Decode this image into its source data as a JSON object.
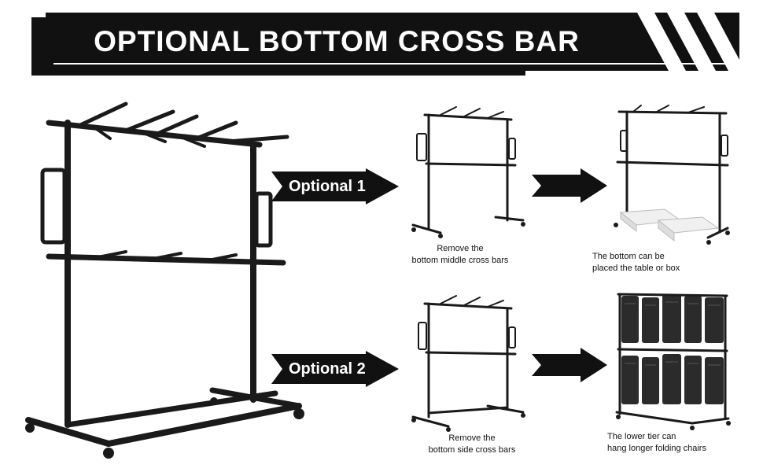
{
  "header": {
    "title": "OPTIONAL BOTTOM CROSS BAR"
  },
  "options": [
    {
      "label": "Optional 1",
      "step1_caption": [
        "Remove the",
        "bottom middle cross bars"
      ],
      "step2_caption": [
        "The bottom can be",
        "placed the table or box"
      ]
    },
    {
      "label": "Optional 2",
      "step1_caption": [
        "Remove the",
        "bottom side cross bars"
      ],
      "step2_caption": [
        "The lower tier can",
        "hang longer folding chairs"
      ]
    }
  ],
  "colors": {
    "ink": "#111111",
    "background": "#ffffff",
    "banner_text": "#ffffff"
  }
}
